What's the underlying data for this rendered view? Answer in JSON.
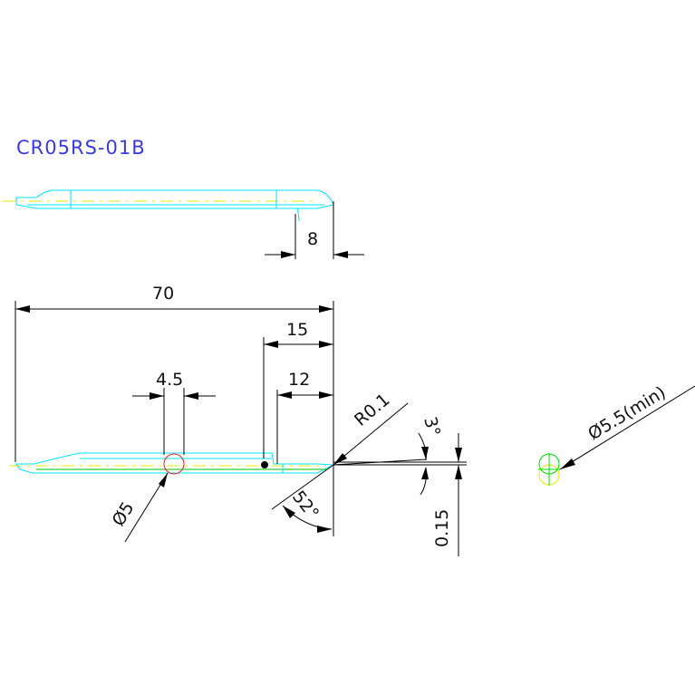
{
  "drawing": {
    "title": "CR05RS-01B",
    "dimensions": {
      "width_8": "8",
      "length_70": "70",
      "length_15": "15",
      "length_12": "12",
      "spacing_4_5": "4.5",
      "diameter_5": "Ø5",
      "radius": "R0.1",
      "angle_3": "3°",
      "angle_52": "52°",
      "thickness": "0.15",
      "min_diameter": "Ø5.5(min)"
    }
  }
}
